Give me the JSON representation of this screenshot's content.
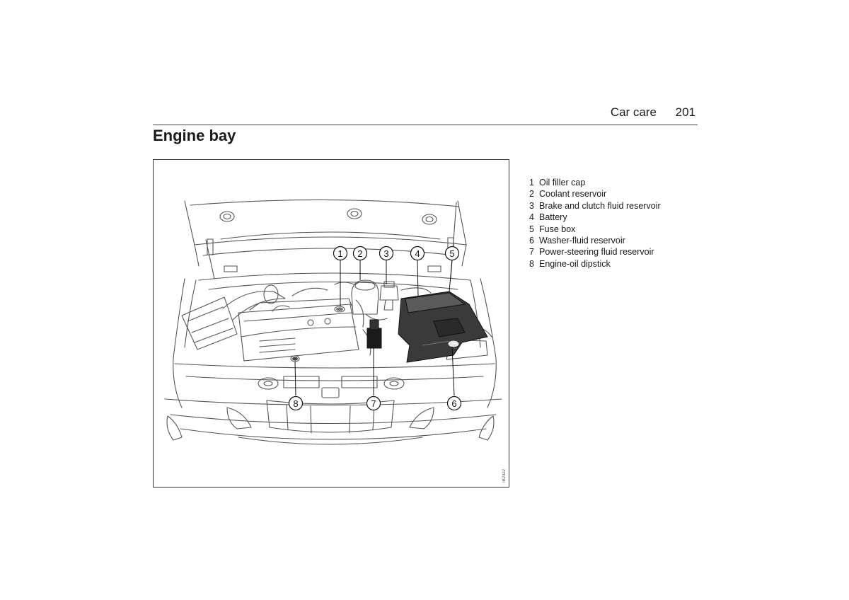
{
  "header": {
    "section": "Car care",
    "page_number": "201"
  },
  "title": "Engine bay",
  "figure": {
    "code": "IB2322"
  },
  "callouts": [
    "1",
    "2",
    "3",
    "4",
    "5",
    "6",
    "7",
    "8"
  ],
  "legend": [
    {
      "num": "1",
      "label": "Oil filler cap"
    },
    {
      "num": "2",
      "label": "Coolant reservoir"
    },
    {
      "num": "3",
      "label": "Brake and clutch fluid reservoir"
    },
    {
      "num": "4",
      "label": "Battery"
    },
    {
      "num": "5",
      "label": "Fuse box"
    },
    {
      "num": "6",
      "label": "Washer-fluid reservoir"
    },
    {
      "num": "7",
      "label": "Power-steering fluid reservoir"
    },
    {
      "num": "8",
      "label": "Engine-oil dipstick"
    }
  ]
}
